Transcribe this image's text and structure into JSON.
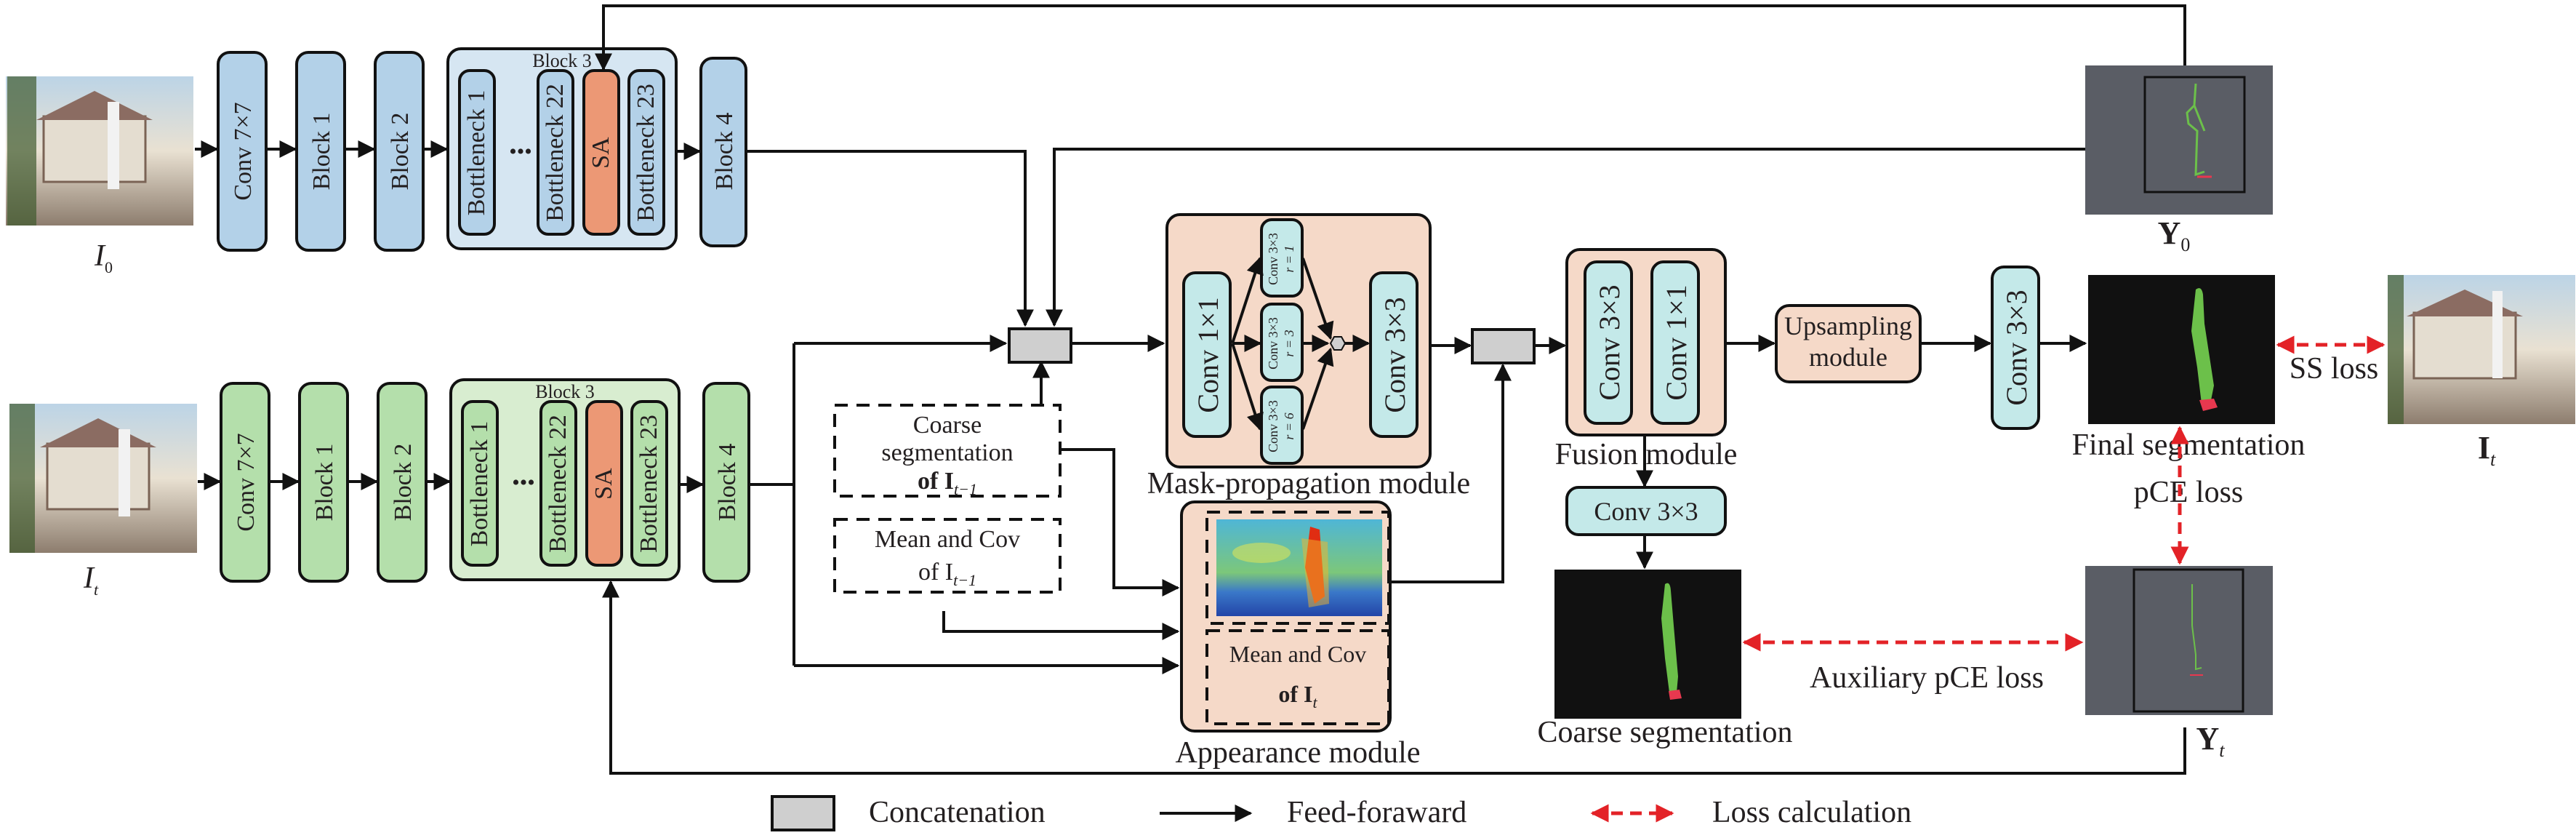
{
  "figure": {
    "inputs": {
      "i0_label": "I",
      "i0_sub": "0",
      "it_label": "I",
      "it_sub": "t"
    },
    "encoder_top": {
      "blocks": [
        "Conv 7×7",
        "Block 1",
        "Block 2"
      ],
      "block3_title": "Block 3",
      "bottlenecks": [
        "Bottleneck 1",
        "Bottleneck 22",
        "SA",
        "Bottleneck 23"
      ],
      "block4": "Block 4",
      "ellipsis": "•••"
    },
    "encoder_bottom": {
      "blocks": [
        "Conv 7×7",
        "Block 1",
        "Block 2"
      ],
      "block3_title": "Block 3",
      "bottlenecks": [
        "Bottleneck 1",
        "Bottleneck 22",
        "SA",
        "Bottleneck 23"
      ],
      "block4": "Block 4",
      "ellipsis": "•••"
    },
    "mask_propagation": {
      "title": "Mask-propagation module",
      "conv1x1": "Conv 1×1",
      "branches": [
        {
          "conv": "Conv 3×3",
          "rate": "r = 1"
        },
        {
          "conv": "Conv 3×3",
          "rate": "r = 3"
        },
        {
          "conv": "Conv 3×3",
          "rate": "r = 6"
        }
      ],
      "conv3x3": "Conv 3×3"
    },
    "coarse_prev": {
      "line1": "Coarse",
      "line2": "segmentation",
      "line3": "of I",
      "sub": "t−1"
    },
    "meancov_prev": {
      "line1": "Mean and Cov",
      "line2": "of I",
      "sub": "t−1"
    },
    "appearance": {
      "title": "Appearance module",
      "meancov_line1": "Mean and Cov",
      "meancov_line2": "of I",
      "meancov_sub": "t"
    },
    "fusion": {
      "title": "Fusion module",
      "convs": [
        "Conv 3×3",
        "Conv 1×1"
      ],
      "aux_conv": "Conv 3×3"
    },
    "upsampling": {
      "line1": "Upsampling",
      "line2": "module"
    },
    "head_conv": "Conv 3×3",
    "outputs": {
      "final_seg": "Final segmentation",
      "coarse_seg": "Coarse segmentation",
      "y0_label": "Y",
      "y0_sub": "0",
      "yt_label": "Y",
      "yt_sub": "t",
      "it_right_label": "I",
      "it_right_sub": "t"
    },
    "losses": {
      "ss": "SS loss",
      "pce": "pCE loss",
      "aux_pce": "Auxiliary pCE loss"
    },
    "legend": {
      "concat": "Concatenation",
      "feed": "Feed-foraward",
      "loss": "Loss calculation"
    },
    "colors": {
      "encoder_top": "#b3d1e8",
      "encoder_bottom": "#b4dfab",
      "sa": "#ec9875",
      "module": "#f5d9c8",
      "conv": "#c4e9e9",
      "concat": "#cfcfcf",
      "loss": "#e32227",
      "mask_green": "#6cc04a",
      "mask_red": "#e8384f"
    }
  }
}
